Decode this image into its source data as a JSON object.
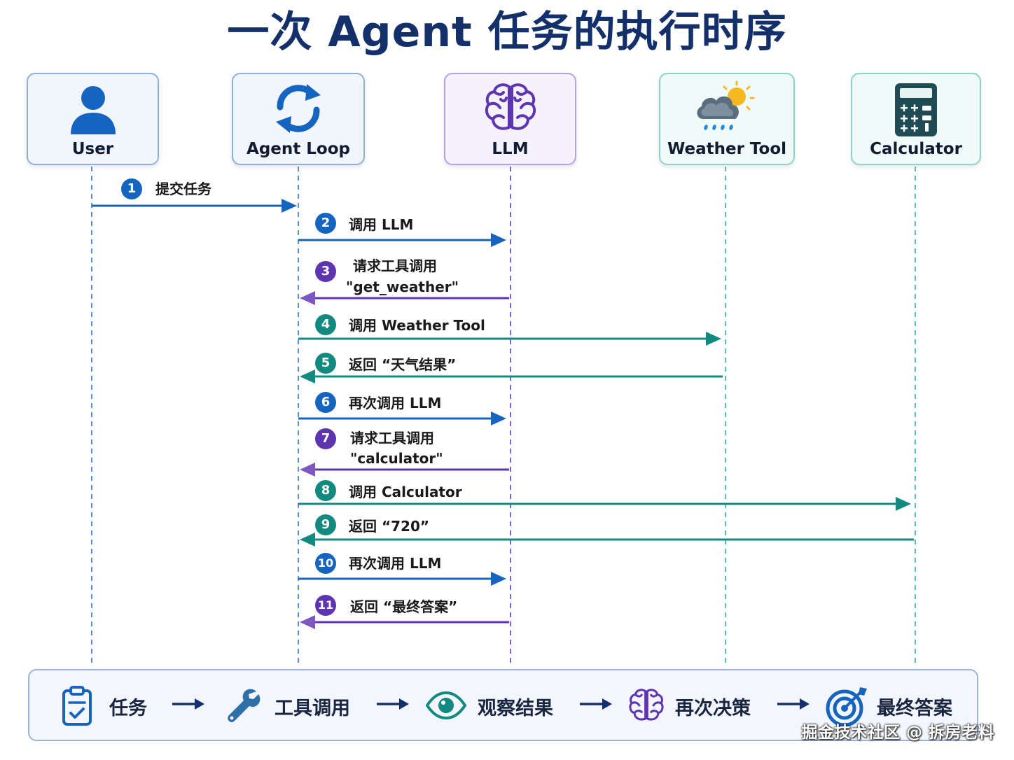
{
  "title": "一次 Agent 任务的执行时序",
  "participants": [
    {
      "id": "user",
      "label": "User",
      "icon": "user-icon",
      "color": "#1565c0",
      "bg": "#f1f6fd",
      "border": "#8fb0de"
    },
    {
      "id": "agent",
      "label": "Agent Loop",
      "icon": "refresh-loop-icon",
      "color": "#1565c0",
      "bg": "#f1f6fd",
      "border": "#8fb0de"
    },
    {
      "id": "llm",
      "label": "LLM",
      "icon": "brain-icon",
      "color": "#5e35b1",
      "bg": "#f5f2fd",
      "border": "#b3a3e2"
    },
    {
      "id": "weather",
      "label": "Weather Tool",
      "icon": "weather-cloud-sun-icon",
      "color": "#2e7d7d",
      "bg": "#f0faf8",
      "border": "#8fd3c8"
    },
    {
      "id": "calculator",
      "label": "Calculator",
      "icon": "calculator-icon",
      "color": "#1e4b54",
      "bg": "#f0faf9",
      "border": "#8fd3c8"
    }
  ],
  "messages": [
    {
      "num": "1",
      "text": "提交任务",
      "color": "#1565c0"
    },
    {
      "num": "2",
      "text": "调用 LLM",
      "color": "#1565c0"
    },
    {
      "num": "3",
      "text": "请求工具调用",
      "text2": "\"get_weather\"",
      "color": "#5e35b1"
    },
    {
      "num": "4",
      "text": "调用 Weather Tool",
      "color": "#138a80"
    },
    {
      "num": "5",
      "text": "返回 “天气结果”",
      "color": "#138a80"
    },
    {
      "num": "6",
      "text": "再次调用 LLM",
      "color": "#1565c0"
    },
    {
      "num": "7",
      "text": "请求工具调用",
      "text2": "\"calculator\"",
      "color": "#5e35b1"
    },
    {
      "num": "8",
      "text": "调用 Calculator",
      "color": "#138a80"
    },
    {
      "num": "9",
      "text": "返回 “720”",
      "color": "#138a80"
    },
    {
      "num": "10",
      "text": "再次调用 LLM",
      "color": "#1565c0"
    },
    {
      "num": "11",
      "text": "返回 “最终答案”",
      "color": "#5e35b1"
    }
  ],
  "flow": [
    {
      "label": "任务",
      "icon": "clipboard-icon"
    },
    {
      "label": "工具调用",
      "icon": "wrench-icon"
    },
    {
      "label": "观察结果",
      "icon": "eye-icon"
    },
    {
      "label": "再次决策",
      "icon": "brain-icon"
    },
    {
      "label": "最终答案",
      "icon": "target-icon"
    }
  ],
  "watermark": "掘金技术社区 @ 拆房老料"
}
